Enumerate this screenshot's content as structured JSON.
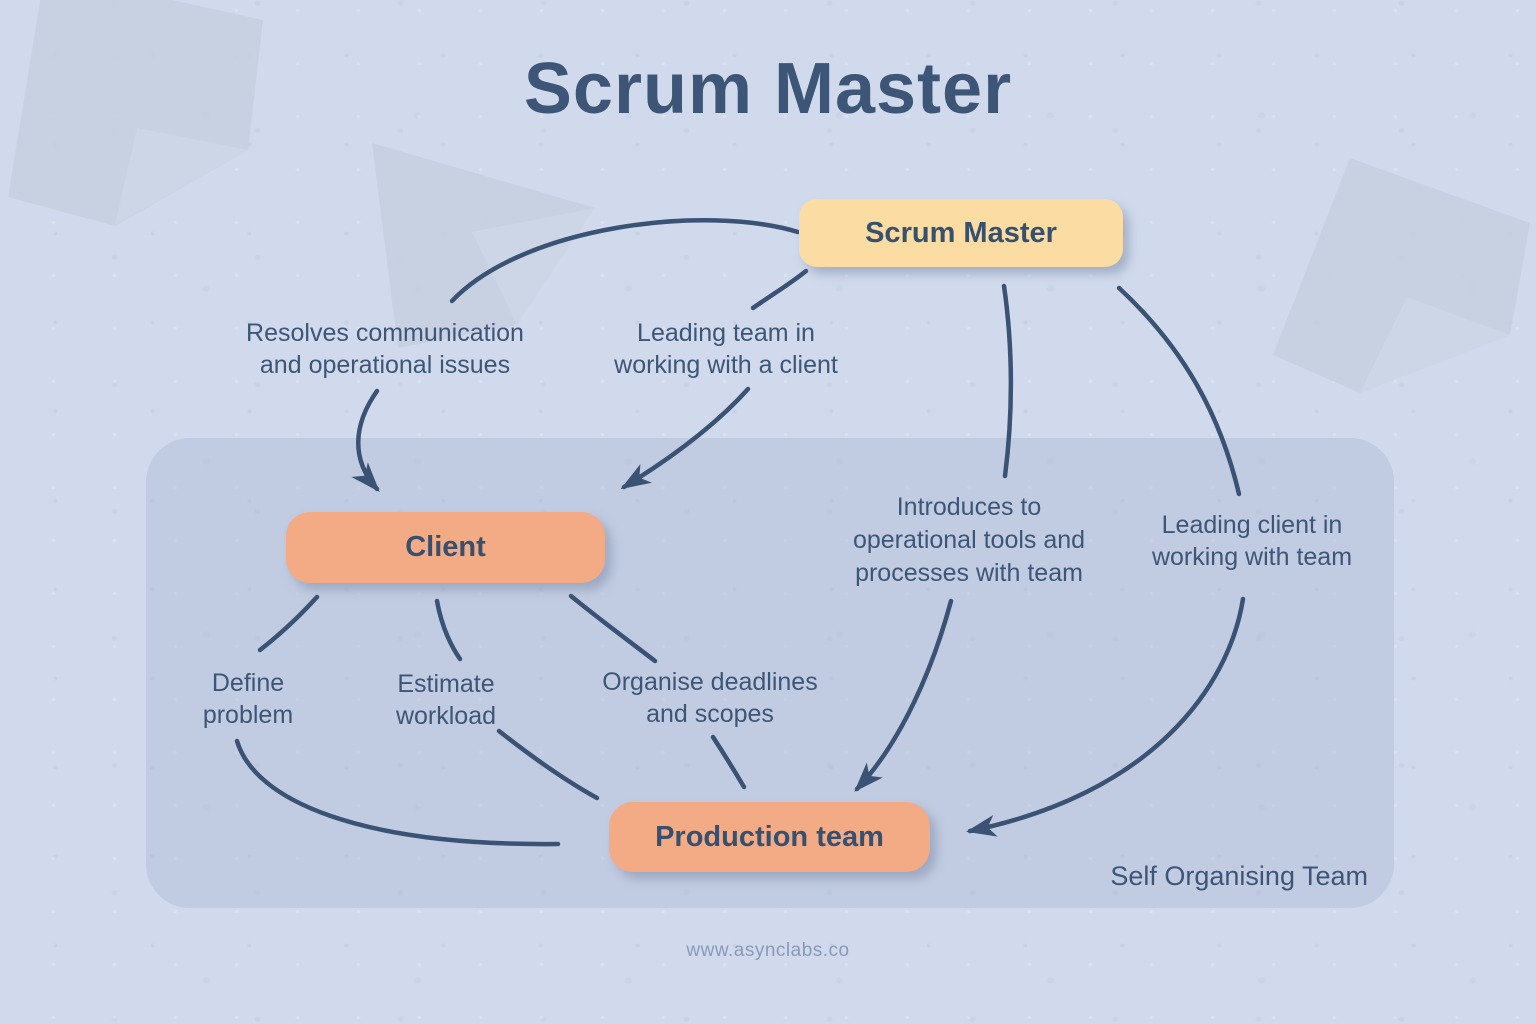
{
  "title": "Scrum Master",
  "nodes": {
    "scrum_master": "Scrum Master",
    "client": "Client",
    "production_team": "Production team"
  },
  "labels": {
    "resolves": "Resolves communication\nand operational issues",
    "leading_team": "Leading team in\nworking with a client",
    "introduces": "Introduces to\noperational tools and\nprocesses with team",
    "leading_client": "Leading client in\nworking with team",
    "define_problem": "Define\nproblem",
    "estimate_workload": "Estimate\nworkload",
    "organise": "Organise deadlines\nand scopes",
    "self_organising": "Self Organising Team"
  },
  "edges": [
    {
      "from": "Scrum Master",
      "to": "Client",
      "label": "Resolves communication and operational issues"
    },
    {
      "from": "Scrum Master",
      "to": "Client",
      "label": "Leading team in working with a client"
    },
    {
      "from": "Scrum Master",
      "to": "Production team",
      "label": "Introduces to operational tools and processes with team"
    },
    {
      "from": "Scrum Master",
      "to": "Production team",
      "label": "Leading client in working with team"
    },
    {
      "from": "Client",
      "to": "Production team",
      "label": "Define problem"
    },
    {
      "from": "Client",
      "to": "Production team",
      "label": "Estimate workload"
    },
    {
      "from": "Client",
      "to": "Production team",
      "label": "Organise deadlines and scopes"
    }
  ],
  "footer": "www.asynclabs.co",
  "colors": {
    "background": "#d0daec",
    "panel": "rgba(167,180,207,0.38)",
    "ink": "#3d5678",
    "arrow": "#3a5273",
    "primary_node": "#fbdca2",
    "secondary_node": "#f2ab85",
    "footer_text": "#8a99b8"
  }
}
